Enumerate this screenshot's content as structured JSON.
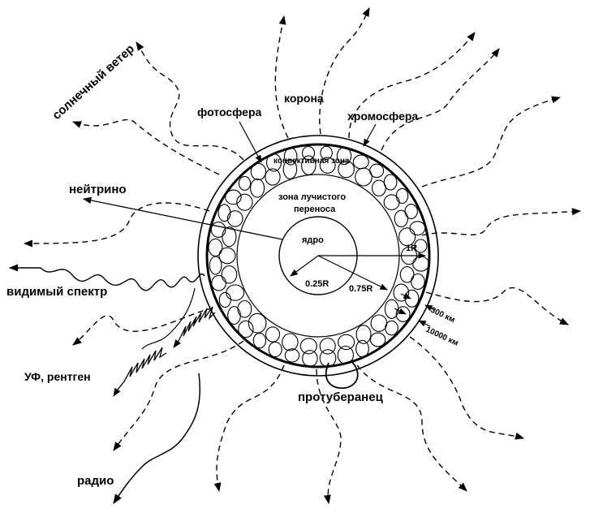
{
  "labels": {
    "solar_wind": "солнечный ветер",
    "corona": "корона",
    "photosphere": "фотосфера",
    "chromosphere": "хромосфера",
    "convective_zone": "конвективная зона",
    "neutrino": "нейтрино",
    "radiative_zone_line1": "зона лучистого",
    "radiative_zone_line2": "переноса",
    "core": "ядро",
    "r_1": "1R",
    "r_025": "0.25R",
    "r_075": "0.75R",
    "visible_spectrum": "видимый спектр",
    "km_300": "300 км",
    "km_10000": "10000 км",
    "uv_xray": "УФ, рентген",
    "prominence": "протуберанец",
    "radio": "радио"
  },
  "colors": {
    "ink": "#000000",
    "background": "#ffffff"
  }
}
